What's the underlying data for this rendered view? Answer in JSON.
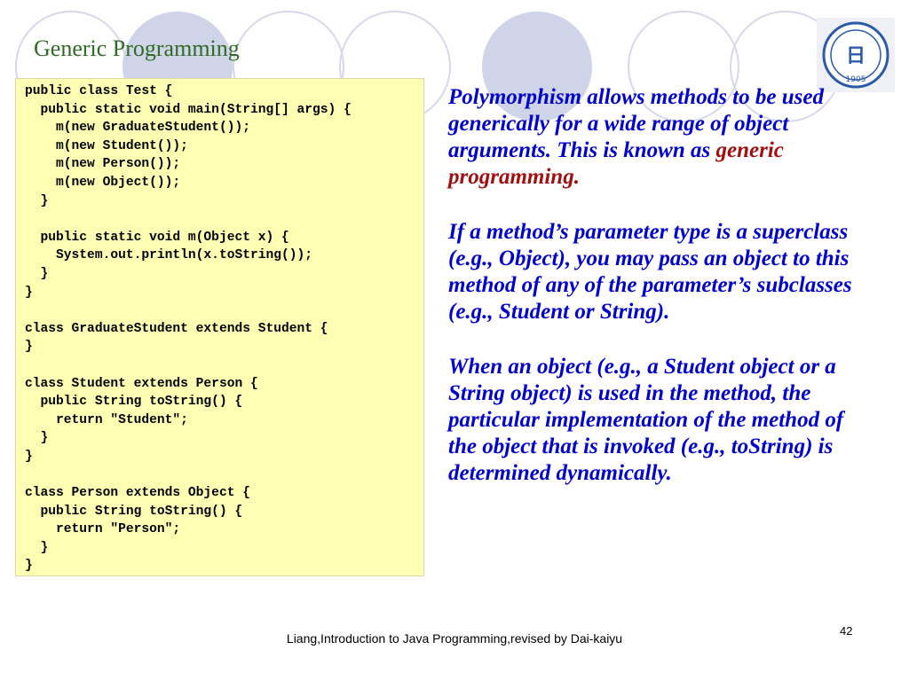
{
  "slide": {
    "title": "Generic Programming",
    "code_lines": [
      "public class Test {",
      "  public static void main(String[] args) {",
      "    m(new GraduateStudent());",
      "    m(new Student());",
      "    m(new Person());",
      "    m(new Object());",
      "  }",
      "",
      "  public static void m(Object x) {",
      "    System.out.println(x.toString());",
      "  }",
      "}",
      "",
      "class GraduateStudent extends Student {",
      "}",
      "",
      "class Student extends Person {",
      "  public String toString() {",
      "    return \"Student\";",
      "  }",
      "}",
      "",
      "class Person extends Object {",
      "  public String toString() {",
      "    return \"Person\";",
      "  }",
      "}"
    ],
    "paragraph1": {
      "text": "Polymorphism allows methods to be used generically for a wide range of object arguments. This is known as ",
      "highlight": "generic programming",
      "end": "."
    },
    "paragraph2": "If a method’s parameter type is a superclass (e.g., Object), you may pass an object to this method of any of the parameter’s subclasses (e.g., Student or String).",
    "paragraph3": "When an object (e.g., a Student object or a String object) is used in the method, the particular implementation of the method of the object that is invoked (e.g., toString) is determined dynamically.",
    "footer": "Liang,Introduction to Java Programming,revised by Dai-kaiyu",
    "page_number": "42",
    "colors": {
      "title": "#2e6b24",
      "body_text": "#0000cc",
      "highlight": "#a01010",
      "code_background": "#ffffb3"
    }
  }
}
